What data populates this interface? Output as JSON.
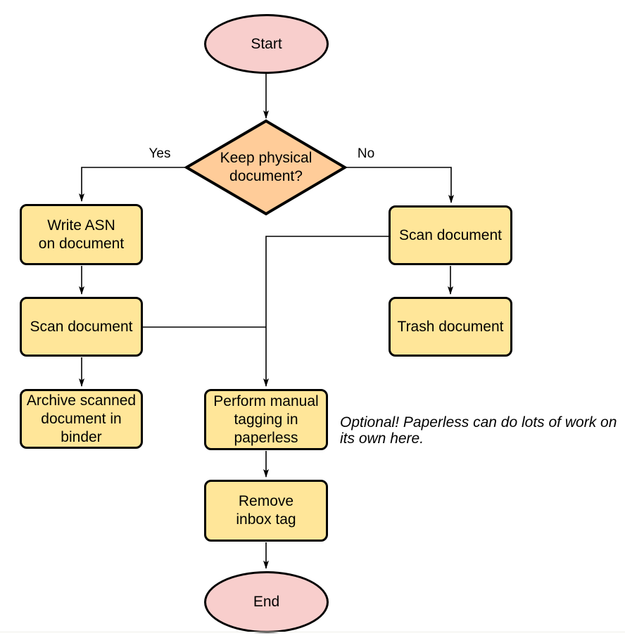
{
  "colors": {
    "terminal-fill": "#F8CECC",
    "decision-fill": "#FFCC99",
    "process-fill": "#FFE699",
    "stroke": "#000000",
    "line-color": "#000000",
    "text": "#000000"
  },
  "flowchart": {
    "nodes": {
      "start": {
        "type": "terminal",
        "label": "Start"
      },
      "decision": {
        "type": "decision",
        "lines": [
          "Keep physical",
          "document?"
        ]
      },
      "write_asn": {
        "type": "process",
        "lines": [
          "Write ASN",
          "on document"
        ]
      },
      "scan_left": {
        "type": "process",
        "label": "Scan document"
      },
      "archive": {
        "type": "process",
        "lines": [
          "Archive scanned",
          "document in",
          "binder"
        ]
      },
      "scan_right": {
        "type": "process",
        "label": "Scan document"
      },
      "trash": {
        "type": "process",
        "label": "Trash document"
      },
      "tagging": {
        "type": "process",
        "lines": [
          "Perform manual",
          "tagging in",
          "paperless"
        ]
      },
      "remove_inbox": {
        "type": "process",
        "lines": [
          "Remove",
          "inbox tag"
        ]
      },
      "end": {
        "type": "terminal",
        "label": "End"
      }
    },
    "edge_labels": {
      "yes": "Yes",
      "no": "No"
    },
    "annotation": {
      "lines": [
        "Optional! Paperless can do lots of work on",
        "its own here."
      ]
    }
  }
}
